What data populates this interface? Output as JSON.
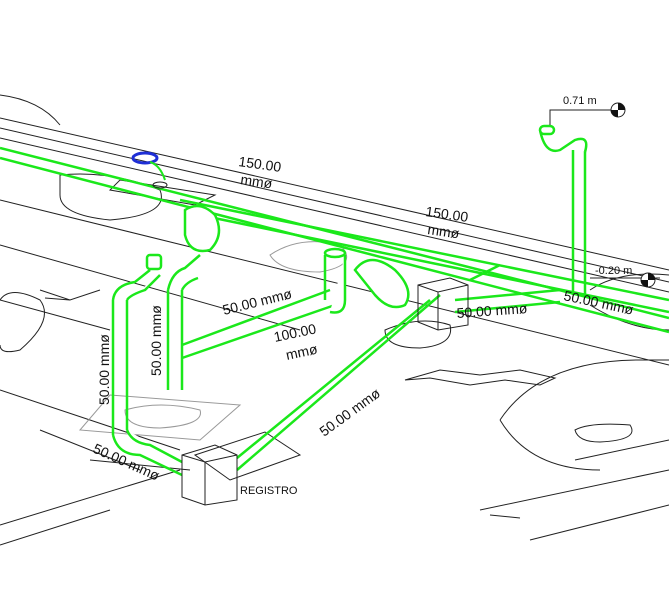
{
  "drawing": {
    "elevations": [
      "0.71 m",
      "-0.20 m"
    ],
    "pipe_labels": {
      "main_1_value": "150.00",
      "main_1_unit": "mmø",
      "main_2_value": "150.00",
      "main_2_unit": "mmø",
      "branch_100_value": "100.00",
      "branch_100_unit": "mmø",
      "branch_a": "50.00 mmø",
      "branch_b": "50.00 mmø",
      "branch_c": "50.00 mmø",
      "vertical_left": "50.00 mmø",
      "vertical_mid": "50.00 mmø",
      "diagonal": "50.00 mmø",
      "bottom_left": "50.00 mmø"
    },
    "registro_label": "REGISTRO",
    "colors": {
      "pipe": "#1be81b",
      "fitting_selected": "#1f2fd6",
      "linework": "#222222"
    }
  }
}
